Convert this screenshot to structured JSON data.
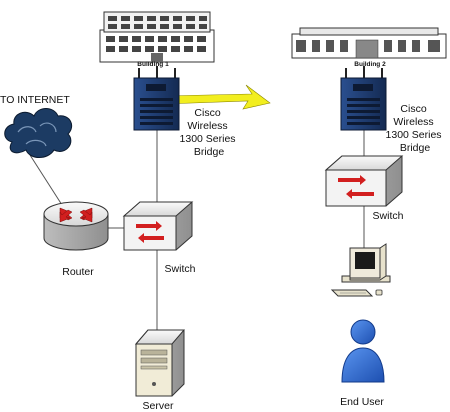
{
  "labels": {
    "internet": "TO INTERNET",
    "building1": "Building 1",
    "building2": "Building 2",
    "bridge1": [
      "Cisco",
      "Wireless",
      "1300 Series",
      "Bridge"
    ],
    "bridge2": [
      "Cisco",
      "Wireless",
      "1300 Series",
      "Bridge"
    ],
    "router": "Router",
    "switch1": "Switch",
    "switch2": "Switch",
    "server": "Server",
    "end_user": "End User"
  },
  "colors": {
    "wireless_link": "#f2ee1f",
    "bridge_body": "#1f3a6e",
    "arrow_red": "#d21f1f",
    "cloud": "#1c3b63",
    "person": "#2b6bd6"
  },
  "icons": [
    "building-icon",
    "bridge-icon",
    "cloud-icon",
    "router-icon",
    "switch-icon",
    "server-icon",
    "workstation-icon",
    "user-icon",
    "lightning-icon"
  ]
}
